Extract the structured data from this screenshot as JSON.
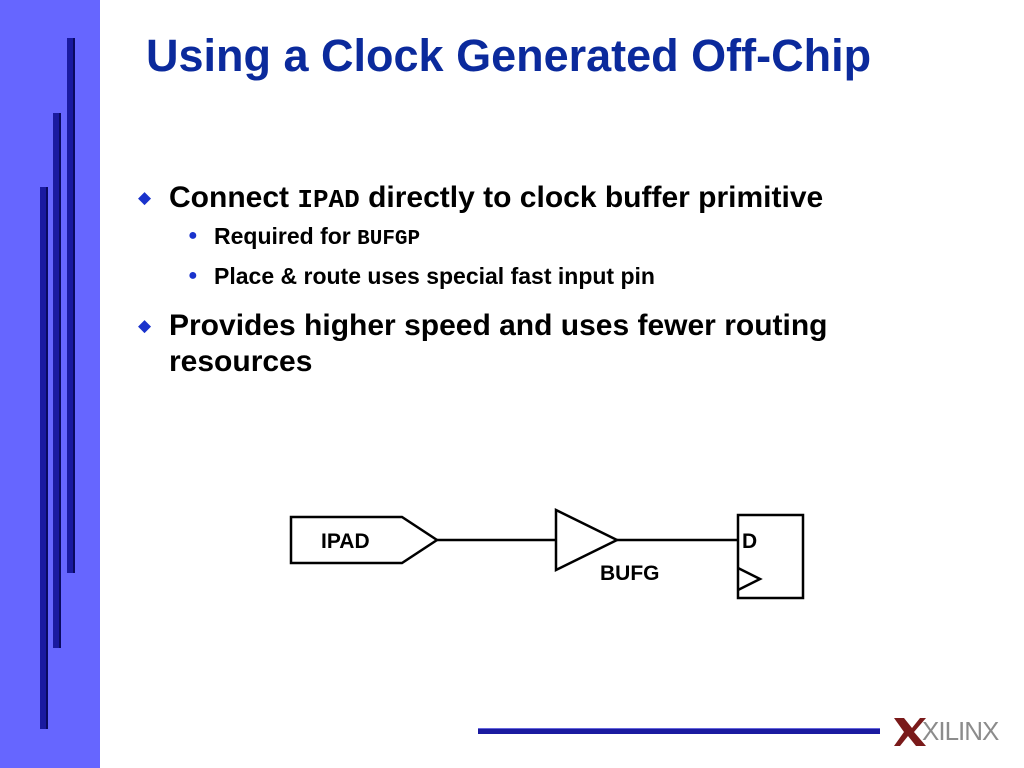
{
  "slide": {
    "title": "Using a Clock Generated Off-Chip",
    "bullets": [
      {
        "pre": "Connect ",
        "code": "IPAD",
        "post": " directly to clock buffer primitive",
        "subs": [
          {
            "pre": "Required for ",
            "code": "BUFGP",
            "post": ""
          },
          {
            "pre": "Place & route uses special fast input pin",
            "code": "",
            "post": ""
          }
        ]
      },
      {
        "pre": "Provides higher speed and uses fewer routing resources",
        "code": "",
        "post": ""
      }
    ]
  },
  "diagram": {
    "ipad_label": "IPAD",
    "bufg_label": "BUFG",
    "flipflop_d_label": "D"
  },
  "footer": {
    "logo_text": "XILINX"
  },
  "colors": {
    "sidebar": "#6666ff",
    "bars": "#1a1aa0",
    "title": "#0b2a9c",
    "bullet": "#1a33cc"
  }
}
